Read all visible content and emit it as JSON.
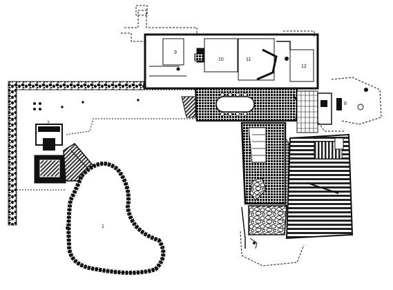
{
  "plan": {
    "colors": {
      "ink": "#111111",
      "paper": "#ffffff",
      "stone": "#e8e8e8"
    },
    "room_labels": {
      "room_9": "9",
      "room_10": "10",
      "room_11": "11",
      "room_12": "12",
      "room_2": "2",
      "room_8": "8",
      "room_1": "1"
    }
  }
}
